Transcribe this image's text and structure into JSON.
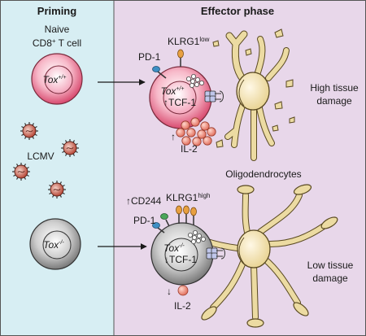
{
  "panels": {
    "priming": {
      "header": "Priming",
      "color": "#d7eef3"
    },
    "effector": {
      "header": "Effector phase",
      "color": "#e8d7ea"
    }
  },
  "naive": {
    "line1": "Naive",
    "line2_prefix": "CD8",
    "line2_sup": "+",
    "line2_suffix": " T cell"
  },
  "virus_label": "LCMV",
  "top_naive_cell": {
    "gene": "Tox",
    "sup": "+/+",
    "color": "#d84a6f"
  },
  "bottom_naive_cell": {
    "gene": "Tox",
    "sup": "-/-",
    "color": "#8c8c8c"
  },
  "top_effector": {
    "pd1": "PD-1",
    "klrg1": "KLRG1",
    "klrg1_sup": "low",
    "gene": "Tox",
    "gene_sup": "+/+",
    "tcf": "TCF-1",
    "arrow_up": "↑",
    "il2": "IL-2",
    "il2_arrow": "↑",
    "damage_line1": "High tissue",
    "damage_line2": "damage"
  },
  "bottom_effector": {
    "cd244": "CD244",
    "cd244_arrow": "↑",
    "pd1": "PD-1",
    "klrg1": "KLRG1",
    "klrg1_sup": "high",
    "gene": "Tox",
    "gene_sup": "-/-",
    "tcf": "TCF-1",
    "arrow_down": "↓",
    "il2": "IL-2",
    "il2_arrow": "↓",
    "damage_line1": "Low tissue",
    "damage_line2": "damage"
  },
  "oligo_label": "Oligodendrocytes",
  "colors": {
    "oligo": "#ecdba2",
    "oligo_stroke": "#5a4a22",
    "il2": "#e87b6a",
    "pd1": "#3d8fc4",
    "klrg1": "#e8a040",
    "cd244": "#4aa65a"
  }
}
